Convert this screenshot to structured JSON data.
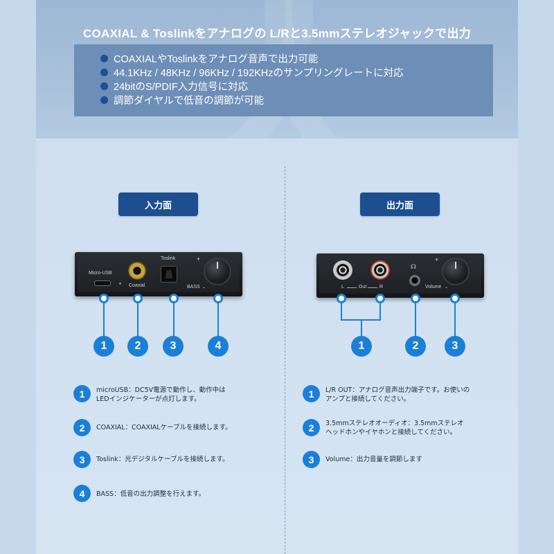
{
  "header": {
    "title": "COAXIAL & Toslinkをアナログの L/Rと3.5mmステレオジャックで出力",
    "features": [
      "COAXIALやToslinkをアナログ音声で出力可能",
      "44.1KHz / 48KHz / 96KHz / 192KHzのサンプリングレートに対応",
      "24bitのS/PDIF入力信号に対応",
      "調節ダイヤルで低音の調節が可能"
    ]
  },
  "input": {
    "pill": "入力面",
    "device_labels": {
      "usb": "Micro-USB",
      "coaxial": "Coaxial",
      "toslink": "Toslink",
      "bass": "BASS",
      "plus": "+",
      "minus": "-"
    },
    "markers": [
      "1",
      "2",
      "3",
      "4"
    ],
    "descriptions": [
      {
        "num": "1",
        "lines": [
          "microUSB：DC5V電源で動作し、動作中は",
          "LEDインジケーターが点灯します。"
        ]
      },
      {
        "num": "2",
        "lines": [
          "COAXIAL：COAXIALケーブルを接続します。"
        ]
      },
      {
        "num": "3",
        "lines": [
          "Toslink：光デジタルケーブルを接続します。"
        ]
      },
      {
        "num": "4",
        "lines": [
          "BASS：低音の出力調整を行えます。"
        ]
      }
    ]
  },
  "output": {
    "pill": "出力面",
    "device_labels": {
      "l": "L",
      "out": "Out",
      "r": "R",
      "volume": "Volume",
      "plus": "+",
      "minus": "-"
    },
    "markers": [
      "1",
      "2",
      "3"
    ],
    "descriptions": [
      {
        "num": "1",
        "lines": [
          "L/R OUT：アナログ音声出力端子です。お使いの",
          "アンプと接続してください。"
        ]
      },
      {
        "num": "2",
        "lines": [
          "3.5mmステレオオーディオ：3.5mmステレオ",
          "ヘッドホンやイヤホンと接続してください。"
        ]
      },
      {
        "num": "3",
        "lines": [
          "Volume：出力音量を調節します"
        ]
      }
    ]
  },
  "colors": {
    "accent": "#1b7fd8",
    "pill": "#1d4e8f",
    "feature_box": "#6d8eb6"
  }
}
